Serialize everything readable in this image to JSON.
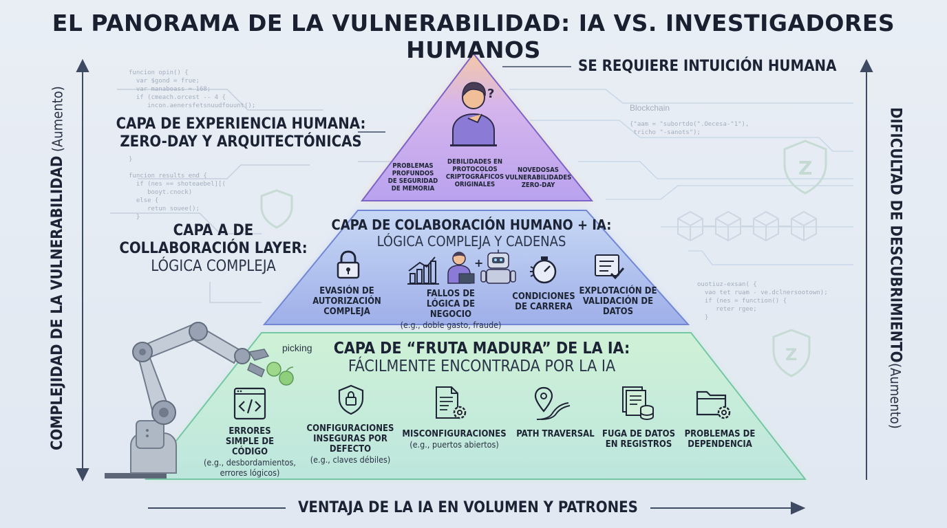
{
  "title": "EL PANORAMA DE LA VULNERABILIDAD: IA VS. INVESTIGADORES HUMANOS",
  "left_axis": {
    "label": "COMPLEJIDAD DE LA VULNERABILIDAD",
    "sub": "(Aumento)"
  },
  "right_axis": {
    "label": "DIFICULTAD DE DESCUBRIMIENTO",
    "sub": "(Aumento)"
  },
  "bottom_axis": {
    "label": "VENTAJA DE LA IA EN VOLUMEN Y PATRONES"
  },
  "top_callout": "SE REQUIERE INTUICIÓN HUMANA",
  "blockchain_label": "Blockchain",
  "picking_label": "picking",
  "top_layer": {
    "title_line1": "CAPA DE EXPERIENCIA HUMANA:",
    "title_line2": "ZERO-DAY Y ARQUITECTÓNICAS",
    "items": [
      {
        "label": "PROBLEMAS PROFUNDOS DE SEGURIDAD DE MEMORIA"
      },
      {
        "label": "DEBILIDADES EN PROTOCOLOS CRIPTOGRÁFICOS ORIGINALES"
      },
      {
        "label": "NOVEDOSAS VULNERABILIDADES ZERO-DAY"
      }
    ]
  },
  "middle_side": {
    "line1": "CAPA A DE",
    "line2": "COLLABORACIÓN LAYER:",
    "line3": "LÓGICA COMPLEJA"
  },
  "middle_layer": {
    "title": "CAPA DE COLABORACIÓN HUMANO + IA:",
    "subtitle": "LÓGICA COMPLEJA Y CADENAS",
    "items": [
      {
        "label": "EVASIÓN DE AUTORIZACIÓN COMPLEJA",
        "note": ""
      },
      {
        "label": "FALLOS DE LÓGICA DE NEGOCIO",
        "note": "(e.g., doble gasto, fraude)"
      },
      {
        "label": "CONDICIONES DE CARRERA",
        "note": ""
      },
      {
        "label": "EXPLOTACIÓN DE VALIDACIÓN DE DATOS",
        "note": ""
      }
    ]
  },
  "bottom_layer": {
    "title": "CAPA DE “FRUTA MADURA” DE LA IA:",
    "subtitle": "FÁCILMENTE ENCONTRADA POR LA IA",
    "items": [
      {
        "label": "ERRORES SIMPLE DE CÓDIGO",
        "note": "(e.g., desbordamientos, errores lógicos)"
      },
      {
        "label": "CONFIGURACIONES INSEGURAS POR DEFECTO",
        "note": "(e.g., claves débiles)"
      },
      {
        "label": "MISCONFIGURACIONES",
        "note": "(e.g., puertos abiertos)"
      },
      {
        "label": "PATH TRAVERSAL",
        "note": ""
      },
      {
        "label": "FUGA DE DATOS EN REGISTROS",
        "note": ""
      },
      {
        "label": "PROBLEMAS DE DEPENDENCIA",
        "note": ""
      }
    ]
  },
  "code_snippets": {
    "a": "funcion opin() {\n  var $gond = frue;\n  var manaboass = 168;\n  if (cmeach.orcest -- 4 {\n     incon.aenersfetsnuudfouunt();",
    "b": "}\n\nfuncion results end {\n  if (nes == shoteaebel][(\n     booyt.cnock)\n  else {\n     retun souee();\n  }",
    "c": "{\"aam = \"subortdo(\".Oecesa-\"1\"),\n tricho \"-sanots\");",
    "d": "ouotiuz-exsan( {\n  vao tet ruam - ve.dclnersootown);\n  if (nes = function() {\n     reter rgee;\n  }"
  },
  "colors": {
    "top_layer": "#c9b3ee",
    "middle_layer": "#a9b9ee",
    "bottom_layer": "#c4ebcc",
    "outline": "#3d4a62",
    "background": "#e5ebf3"
  }
}
